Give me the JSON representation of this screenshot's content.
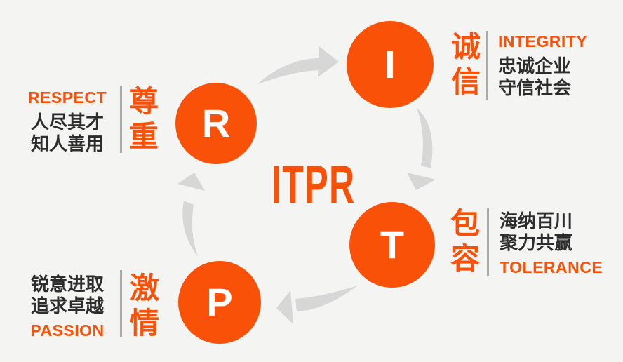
{
  "title": "ITPR",
  "colors": {
    "accent_orange": "#f95208",
    "text_dark": "#2d2d2d",
    "arrow_gray": "#d7d7d7",
    "divider_gray": "#a9a9a9",
    "background": "#f4f4f3",
    "circle_letter": "#ffffff"
  },
  "nodes": [
    {
      "id": "integrity",
      "letter": "I",
      "cn_vertical": "诚信",
      "en_label": "INTEGRITY",
      "line1": "忠诚企业",
      "line2": "守信社会"
    },
    {
      "id": "respect",
      "letter": "R",
      "cn_vertical": "尊重",
      "en_label": "RESPECT",
      "line1": "人尽其才",
      "line2": "知人善用"
    },
    {
      "id": "tolerance",
      "letter": "T",
      "cn_vertical": "包容",
      "en_label": "TOLERANCE",
      "line1": "海纳百川",
      "line2": "聚力共赢"
    },
    {
      "id": "passion",
      "letter": "P",
      "cn_vertical": "激情",
      "en_label": "PASSION",
      "line1": "锐意进取",
      "line2": "追求卓越"
    }
  ],
  "arrows": [
    {
      "from": "R",
      "to": "I",
      "position": "top"
    },
    {
      "from": "I",
      "to": "T",
      "position": "right"
    },
    {
      "from": "T",
      "to": "P",
      "position": "bottom"
    },
    {
      "from": "P",
      "to": "R",
      "position": "left"
    }
  ]
}
